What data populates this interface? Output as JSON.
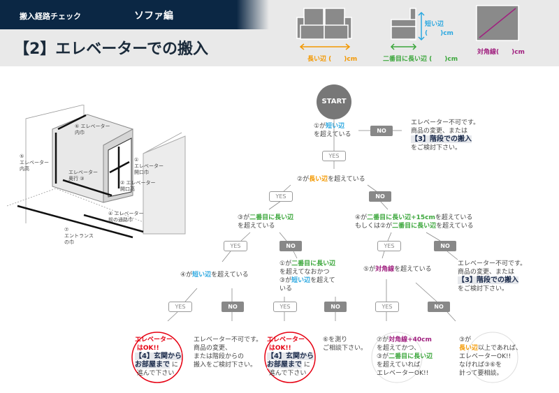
{
  "header": {
    "series": "搬入経路チェック",
    "category": "ソファ編",
    "title": "【2】エレベーターでの搬入"
  },
  "dimensions": {
    "long": {
      "label": "長い辺 (　　)cm",
      "color": "#f39800"
    },
    "second": {
      "label": "二番目に長い辺 (　　)cm",
      "color": "#3aa63a"
    },
    "short": {
      "label1": "短い辺",
      "label2": "(　　)cm",
      "color": "#2aa7e0"
    },
    "diagonal": {
      "label": "対角線(　　)cm",
      "color": "#a0207f"
    }
  },
  "diagram": {
    "l1": "①",
    "l1t": "エレベーター\n開口巾",
    "l2": "②",
    "l2t": "エレベーター\n開口高",
    "l3": "エレベーター\n奥行 ③",
    "l4": "④",
    "l4t": "エレベーター\n前の通路巾",
    "l5": "⑤",
    "l5t": "エレベーター\n内高",
    "l6": "⑥",
    "l6t": "エレベーター\n内巾",
    "l7": "⑦",
    "l7t": "エントランス\nの巾"
  },
  "flow": {
    "start": "START",
    "yes": "YES",
    "no": "NO",
    "q1": [
      "①が",
      "短い辺",
      "を超えている"
    ],
    "ng1": [
      "エレベーター不可です。",
      "商品の変更、または",
      "【3】階段での搬入",
      "をご検討下さい。"
    ],
    "q2": [
      "②が",
      "長い辺",
      "を超えている"
    ],
    "q3": [
      "③が",
      "二番目に長い辺",
      "を超えている"
    ],
    "q4": [
      "④が",
      "二番目に長い辺+15cm",
      "を超えている",
      "もしくは②が",
      "二番目に長い辺",
      "を超えている"
    ],
    "q5": [
      "④が",
      "短い辺",
      "を超えている"
    ],
    "q6": [
      "①が",
      "二番目に長い辺",
      "を超えてなおかつ",
      "③が",
      "短い辺",
      "を超えて",
      "いる"
    ],
    "q7": [
      "⑤が",
      "対角線",
      "を超えている"
    ],
    "ng2": [
      "エレベーター不可です。",
      "商品の変更、または",
      "【3】階段での搬入",
      "をご検討下さい。"
    ],
    "ok1": [
      "エレベーター",
      "はOK!!",
      "【4】玄関から",
      "お部屋まで",
      "に",
      "進んで下さい"
    ],
    "ng3": [
      "エレベーター不可です。",
      "商品の変更、",
      "または階段からの",
      "搬入をご検討下さい。"
    ],
    "ok2": [
      "エレベーター",
      "はOK!!",
      "【4】玄関から",
      "お部屋まで",
      "に",
      "進んで下さい"
    ],
    "ask": [
      "⑥を測り",
      "ご相談下さい。"
    ],
    "r1": [
      "⑦が",
      "対角線+40cm",
      "を超えてかつ、",
      "③が",
      "二番目に長い辺",
      "を超えていれば",
      "エレベーターOK!!"
    ],
    "r2": [
      "③が",
      "長い辺",
      "以上であれば、",
      "エレベーターOK!!",
      "なければ③⑥を",
      "計って要相談。"
    ]
  }
}
